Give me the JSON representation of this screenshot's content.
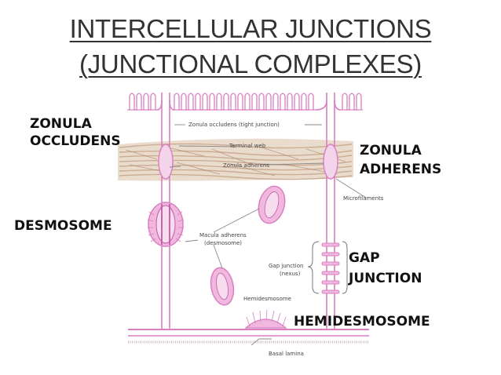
{
  "title": {
    "line1": "INTERCELLULAR JUNCTIONS",
    "line2": "(JUNCTIONAL COMPLEXES)"
  },
  "labels": {
    "zonula_occludens": [
      "ZONULA",
      "OCCLUDENS"
    ],
    "zonula_adherens": [
      "ZONULA",
      "ADHERENS"
    ],
    "desmosome": "DESMOSOME",
    "gap_junction": [
      "GAP",
      "JUNCTION"
    ],
    "hemidesmosome": "HEMIDESMOSOME"
  },
  "annotations": {
    "zonula_occludens_tight": "Zonula occludens (tight junction)",
    "terminal_web": "Terminal web",
    "zonula_adherens": "Zonula adherens",
    "microfilaments": "Microfilaments",
    "macula_adherens": [
      "Macula adherens",
      "(desmosome)"
    ],
    "gap_junction_nexus": [
      "Gap junction",
      "(nexus)"
    ],
    "hemidesmosome": "Hemidesmosome",
    "basal_lamina": "Basal lamina"
  },
  "colors": {
    "membrane": "#d97fc0",
    "membrane_fill": "#f4d4ea",
    "terminal_web": "#c9a88e",
    "label_text": "#111111"
  }
}
